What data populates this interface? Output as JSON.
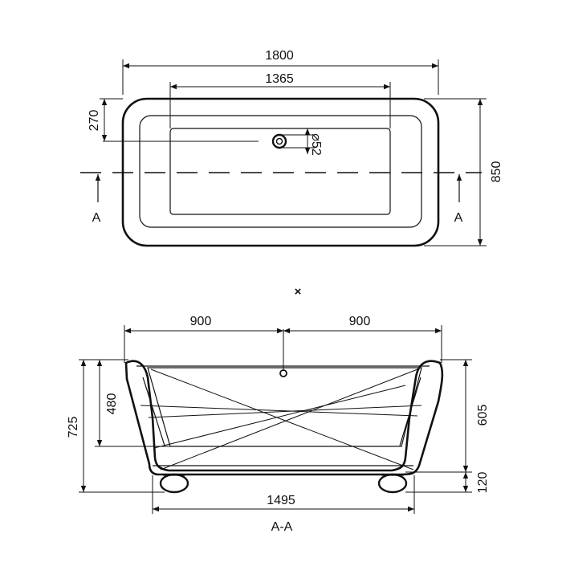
{
  "top_view": {
    "overall_length": "1800",
    "inner_length": "1365",
    "drain_offset": "270",
    "drain_diameter": "⌀52",
    "overall_width": "850",
    "section_left": "A",
    "section_right": "A"
  },
  "marker": "×",
  "section_view": {
    "half_left": "900",
    "half_right": "900",
    "total_height": "725",
    "inner_depth": "480",
    "body_height": "605",
    "feet_height": "120",
    "base_length": "1495",
    "section_title": "A-A"
  }
}
